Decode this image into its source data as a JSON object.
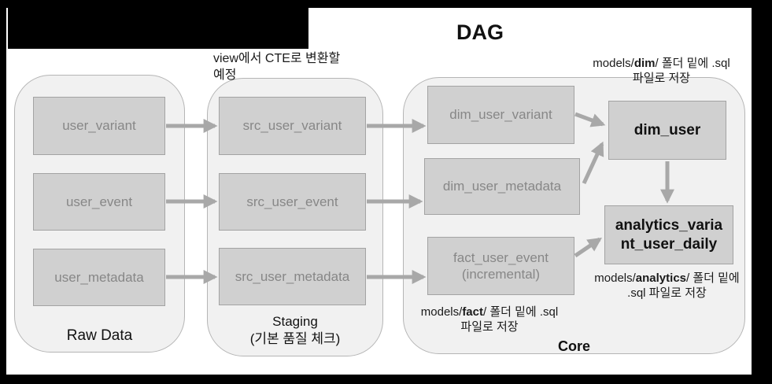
{
  "title": "DAG",
  "groups": {
    "raw": {
      "label": "Raw Data"
    },
    "staging": {
      "label": "Staging\n(기본 품질 체크)"
    },
    "core": {
      "label": "Core"
    }
  },
  "nodes": {
    "user_variant": {
      "label": "user_variant"
    },
    "user_event": {
      "label": "user_event"
    },
    "user_metadata": {
      "label": "user_metadata"
    },
    "src_user_variant": {
      "label": "src_user_variant"
    },
    "src_user_event": {
      "label": "src_user_event"
    },
    "src_user_metadata": {
      "label": "src_user_metadata"
    },
    "dim_user_variant": {
      "label": "dim_user_variant"
    },
    "dim_user_metadata": {
      "label": "dim_user_metadata"
    },
    "fact_user_event": {
      "label": "fact_user_event\n(incremental)"
    },
    "dim_user": {
      "label": "dim_user"
    },
    "analytics_variant_user_daily": {
      "label": "analytics_varia\nnt_user_daily"
    }
  },
  "annotations": {
    "staging_note": {
      "text": "view에서 CTE로 변환할\n예정"
    },
    "dim_note": {
      "pre": "models/",
      "bold": "dim",
      "post": "/ 폴더 밑에 .sql",
      "line2": "파일로 저장"
    },
    "fact_note": {
      "pre": "models/",
      "bold": "fact",
      "post": "/ 폴더 밑에 .sql",
      "line2": "파일로 저장"
    },
    "analytics_note": {
      "pre": "models/",
      "bold": "analytics",
      "post": "/ 폴더 밑에",
      "line2": ".sql 파일로 저장"
    }
  },
  "edges": [
    {
      "from": "user_variant",
      "to": "src_user_variant"
    },
    {
      "from": "user_event",
      "to": "src_user_event"
    },
    {
      "from": "user_metadata",
      "to": "src_user_metadata"
    },
    {
      "from": "src_user_variant",
      "to": "dim_user_variant"
    },
    {
      "from": "src_user_event",
      "to": "dim_user_metadata"
    },
    {
      "from": "src_user_metadata",
      "to": "fact_user_event"
    },
    {
      "from": "dim_user_variant",
      "to": "dim_user"
    },
    {
      "from": "dim_user_metadata",
      "to": "dim_user"
    },
    {
      "from": "dim_user",
      "to": "analytics_variant_user_daily"
    },
    {
      "from": "fact_user_event",
      "to": "analytics_variant_user_daily"
    }
  ],
  "colors": {
    "node_fill": "#d0d0d0",
    "node_border": "#a3a3a3",
    "node_text": "#878787",
    "group_fill": "#f1f1f1",
    "group_border": "#b5b5b5",
    "arrow": "#a8a8a8",
    "emphasis_text": "#111111",
    "frame": "#000000"
  }
}
